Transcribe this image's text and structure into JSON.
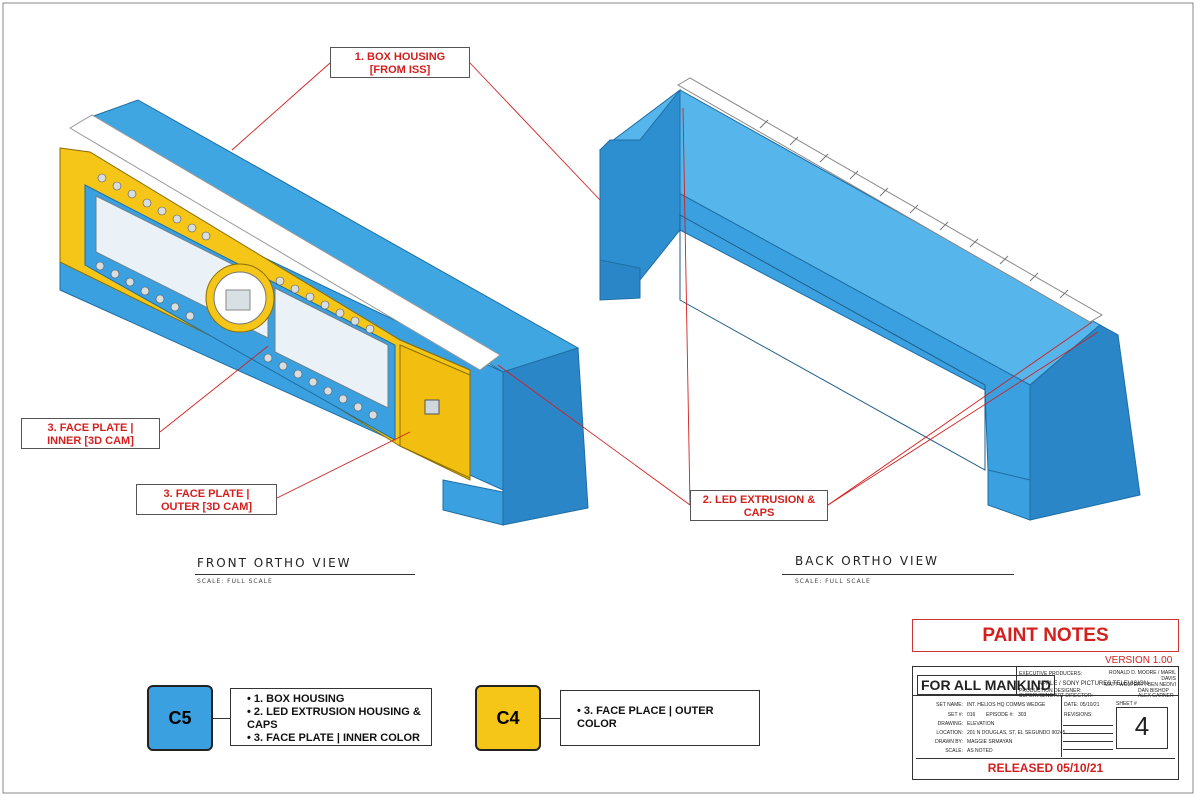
{
  "callouts": {
    "box_housing": "1. BOX HOUSING\n[FROM ISS]",
    "face_inner": "3. FACE PLATE |\nINNER [3D CAM]",
    "face_outer": "3. FACE PLATE |\nOUTER [3D CAM]",
    "led": "2. LED EXTRUSION &\nCAPS"
  },
  "views": {
    "front_title": "FRONT ORTHO VIEW",
    "front_scale": "SCALE: FULL SCALE",
    "back_title": "BACK ORTHO VIEW",
    "back_scale": "SCALE: FULL SCALE"
  },
  "swatches": [
    {
      "code": "C5",
      "color": "#3aa0df",
      "notes": [
        "1. BOX HOUSING",
        "2. LED EXTRUSION HOUSING & CAPS",
        "3. FACE PLATE | INNER COLOR"
      ]
    },
    {
      "code": "C4",
      "color": "#f5c518",
      "notes": [
        "3. FACE PLACE | OUTER COLOR"
      ]
    }
  ],
  "paint_notes": {
    "title": "PAINT NOTES",
    "version": "VERSION 1.00",
    "show_logo": "FOR ALL MANKIND",
    "exec_producers_label": "EXECUTIVE PRODUCERS:",
    "exec_producers": "RONALD D. MOORE / MARIL DAVIS\nMATT WOLPERT / BEN NEDIVI",
    "studio": "APPLE / SONY PICTURES TELEVISION",
    "production_designer_label": "PRODUCTION DESIGNER:",
    "production_designer": "DAN BISHOP",
    "supervising_ad_label": "SUPERVISING ART DIRECTOR:",
    "supervising_ad": "ALEX GARNER",
    "set_name_label": "SET NAME:",
    "set_name": "INT. HELIOS HQ COMMS WEDGE",
    "set_no_label": "SET #:",
    "set_no": "016",
    "episode_label": "EPISODE #:",
    "episode": "303",
    "drawing_label": "DRAWING:",
    "drawing": "ELEVATION",
    "location_label": "LOCATION:",
    "location": "201 N DOUGLAS, ST, EL SEGUNDO 90245",
    "drawn_by_label": "DRAWN BY:",
    "drawn_by": "MAGGIE SRMAYAN",
    "scale_label": "SCALE:",
    "scale": "AS NOTED",
    "date_label": "DATE:",
    "date": "05/10/21",
    "revisions_label": "REVISIONS:",
    "sheet_label": "SHEET #",
    "sheet": "4",
    "released": "RELEASED 05/10/21"
  },
  "colors": {
    "blue": "#3aa0df",
    "yellow": "#f5c518",
    "red": "#d3201f"
  }
}
